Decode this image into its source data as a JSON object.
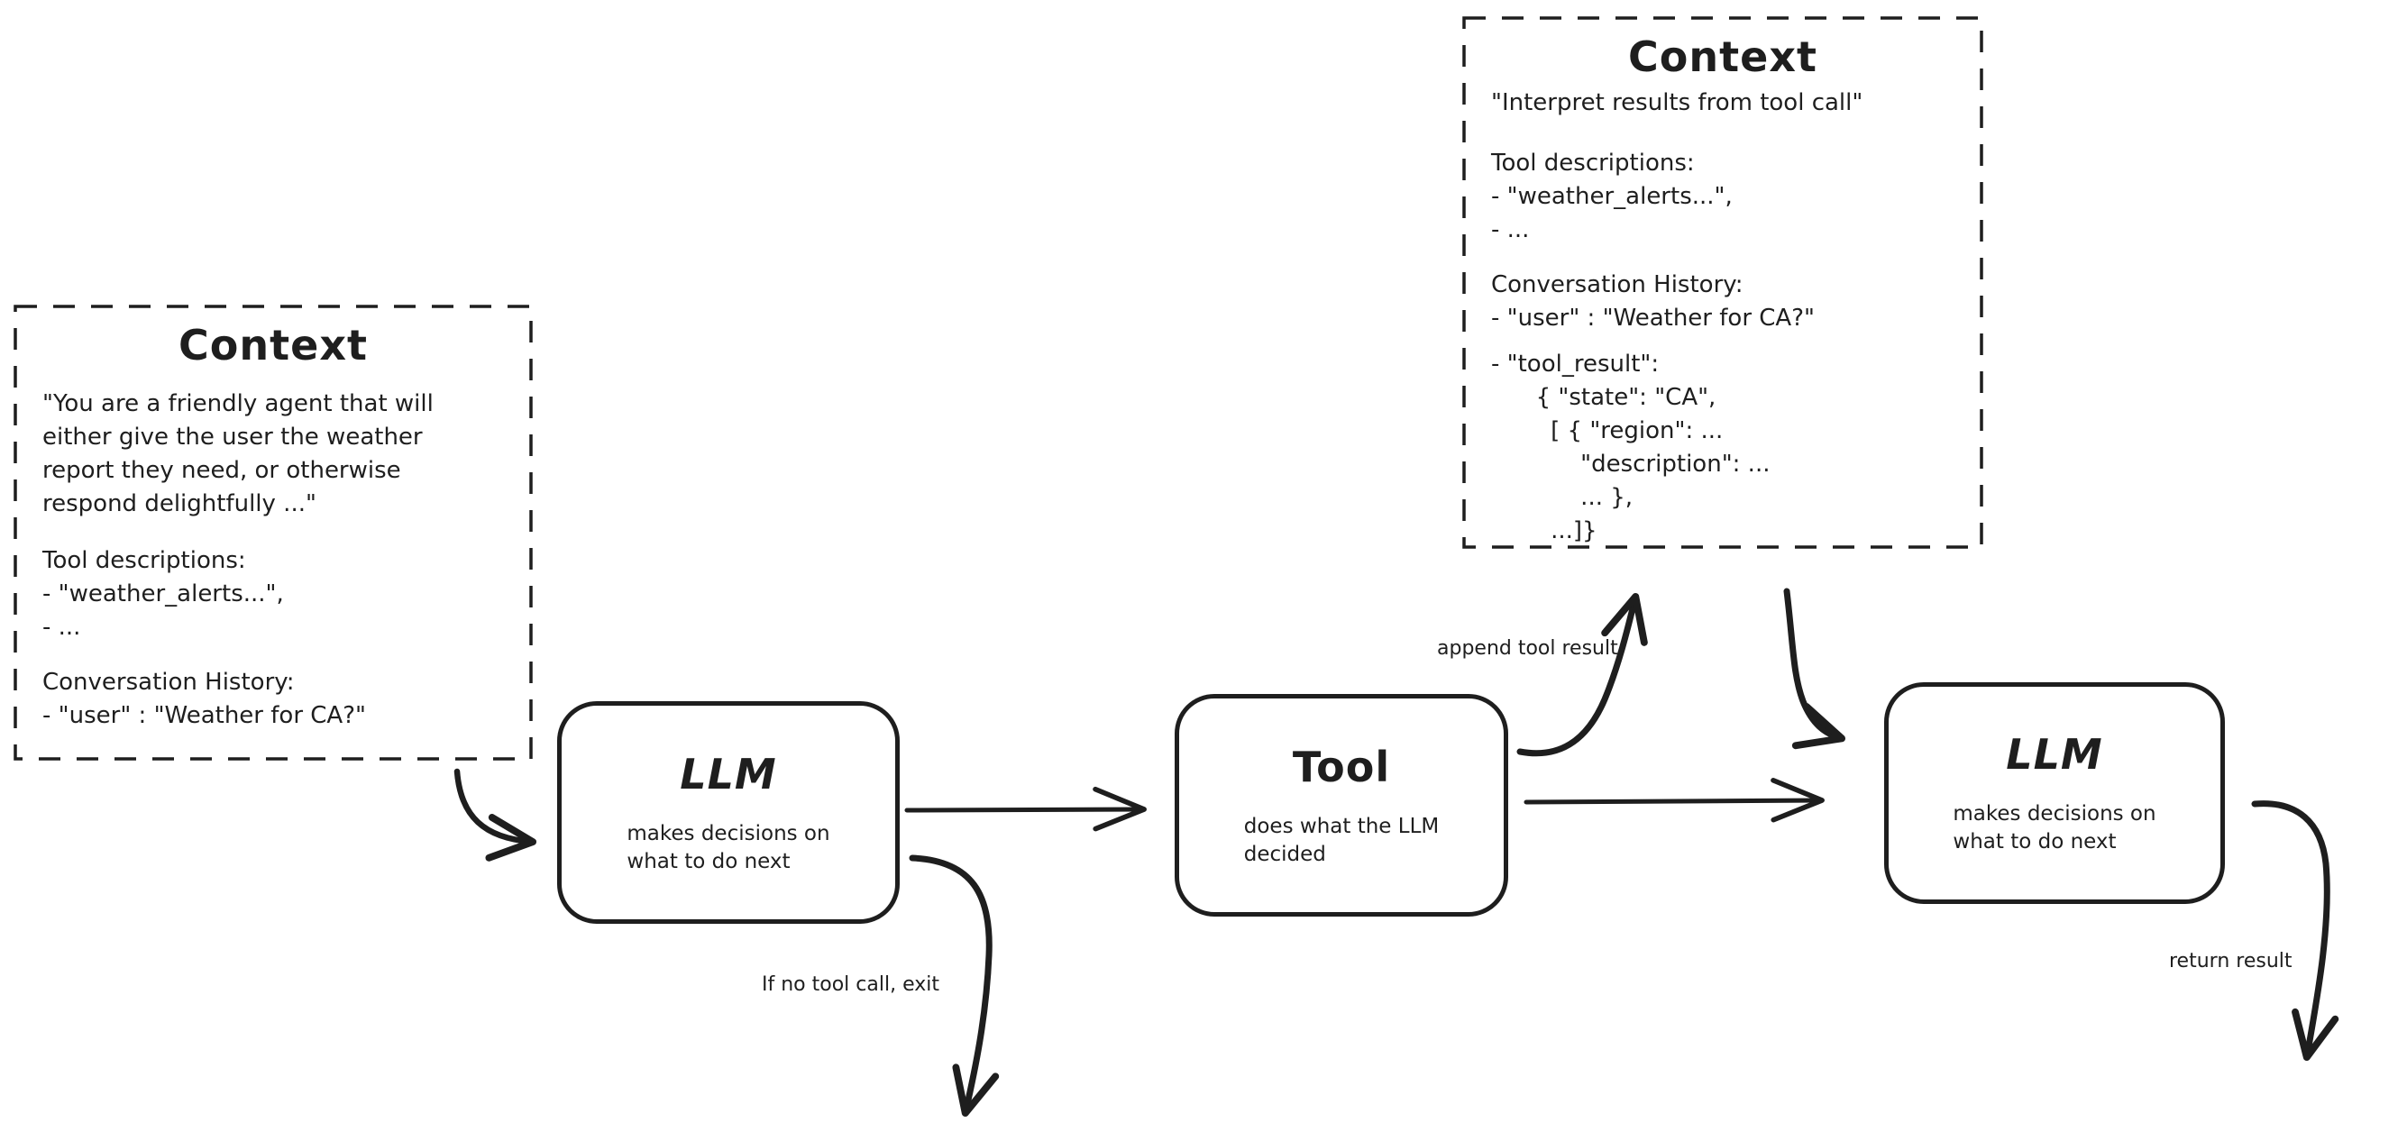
{
  "diagram": {
    "background": "#ffffff",
    "stroke_color": "#1e1e1e"
  },
  "context_left": {
    "title": "Context",
    "system_prompt": "\"You are a friendly agent that will\neither give the user the weather\nreport they need, or otherwise\nrespond delightfully ...\"",
    "tool_descriptions": "Tool descriptions:\n- \"weather_alerts...\",\n- ...",
    "conversation_history": "Conversation History:\n- \"user\" : \"Weather for CA?\""
  },
  "context_top": {
    "title": "Context",
    "instruction": "\"Interpret results from tool call\"",
    "tool_descriptions": "Tool descriptions:\n- \"weather_alerts...\",\n- ...",
    "conversation_history": "Conversation History:\n- \"user\" : \"Weather for CA?\"",
    "tool_result": "- \"tool_result\":\n      { \"state\": \"CA\",\n        [ { \"region\": ...\n            \"description\": ...\n            ... },\n        ...]}"
  },
  "nodes": {
    "llm1": {
      "title": "LLM",
      "subtitle": "makes decisions on\nwhat to do next"
    },
    "tool": {
      "title": "Tool",
      "subtitle": "does what the LLM\ndecided"
    },
    "llm2": {
      "title": "LLM",
      "subtitle": "makes decisions on\nwhat to do next"
    }
  },
  "edge_labels": {
    "append_tool_result": "append tool result",
    "no_tool_call_exit": "If no tool call, exit",
    "return_result": "return result"
  }
}
